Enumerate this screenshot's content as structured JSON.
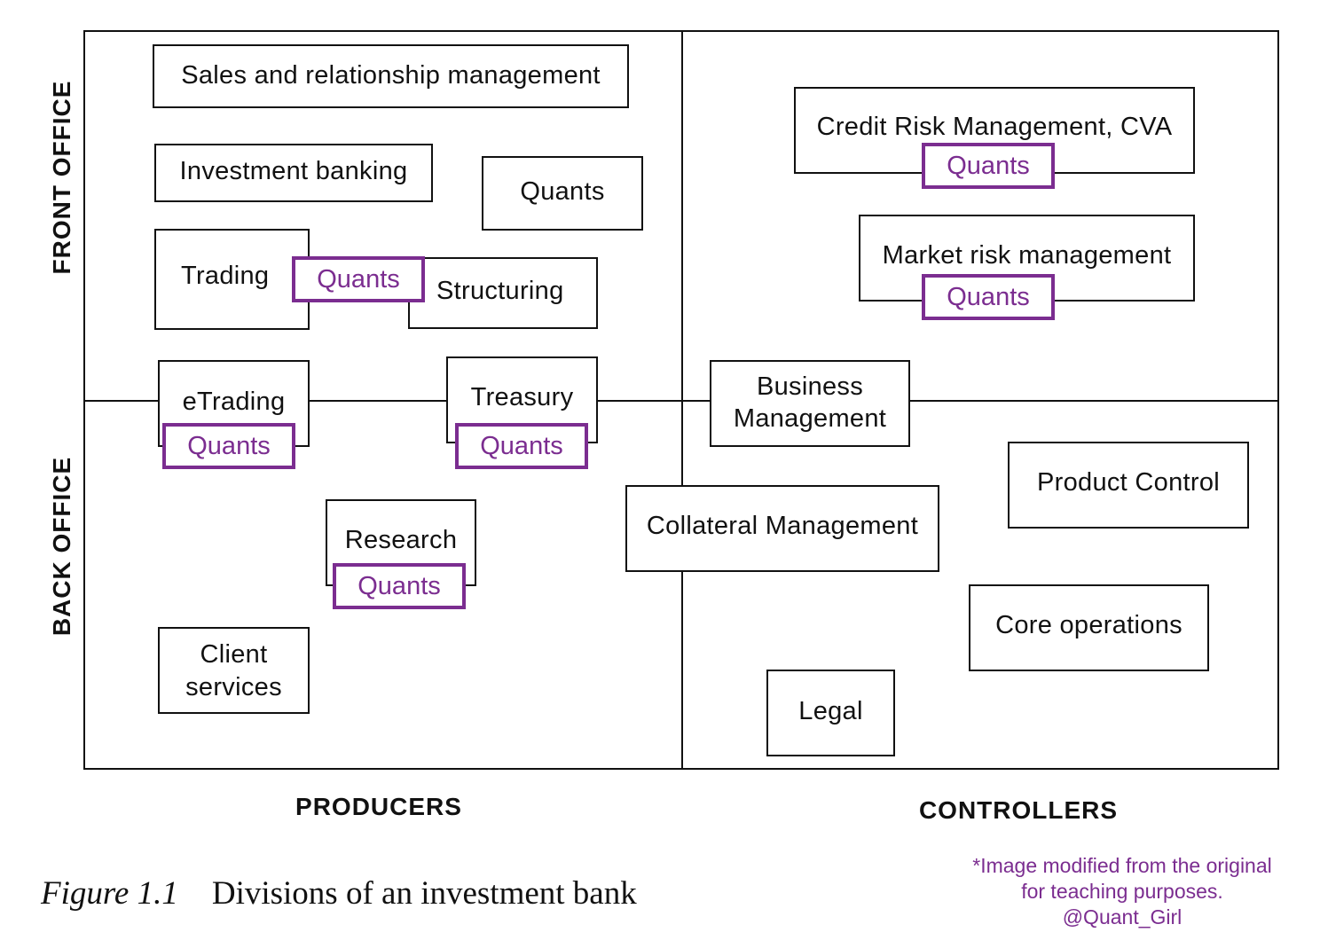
{
  "axes": {
    "front_office": "FRONT OFFICE",
    "back_office": "BACK OFFICE",
    "producers": "PRODUCERS",
    "controllers": "CONTROLLERS"
  },
  "boxes": {
    "sales": "Sales and relationship management",
    "investment_banking": "Investment banking",
    "quants_standalone": "Quants",
    "trading": "Trading",
    "structuring": "Structuring",
    "etrading": "eTrading",
    "treasury": "Treasury",
    "research": "Research",
    "client_services_line1": "Client",
    "client_services_line2": "services",
    "credit_risk": "Credit Risk Management, CVA",
    "market_risk": "Market risk management",
    "business_mgmt_line1": "Business",
    "business_mgmt_line2": "Management",
    "product_control": "Product Control",
    "collateral": "Collateral Management",
    "core_operations": "Core operations",
    "legal": "Legal"
  },
  "quants_label": "Quants",
  "caption": {
    "figure": "Figure 1.1",
    "title": "Divisions of an investment bank"
  },
  "note": {
    "line1": "*Image modified from the original",
    "line2": "for teaching purposes.",
    "line3": "@Quant_Girl"
  },
  "colors": {
    "quants_accent": "#7b2d90",
    "line": "#111111"
  }
}
